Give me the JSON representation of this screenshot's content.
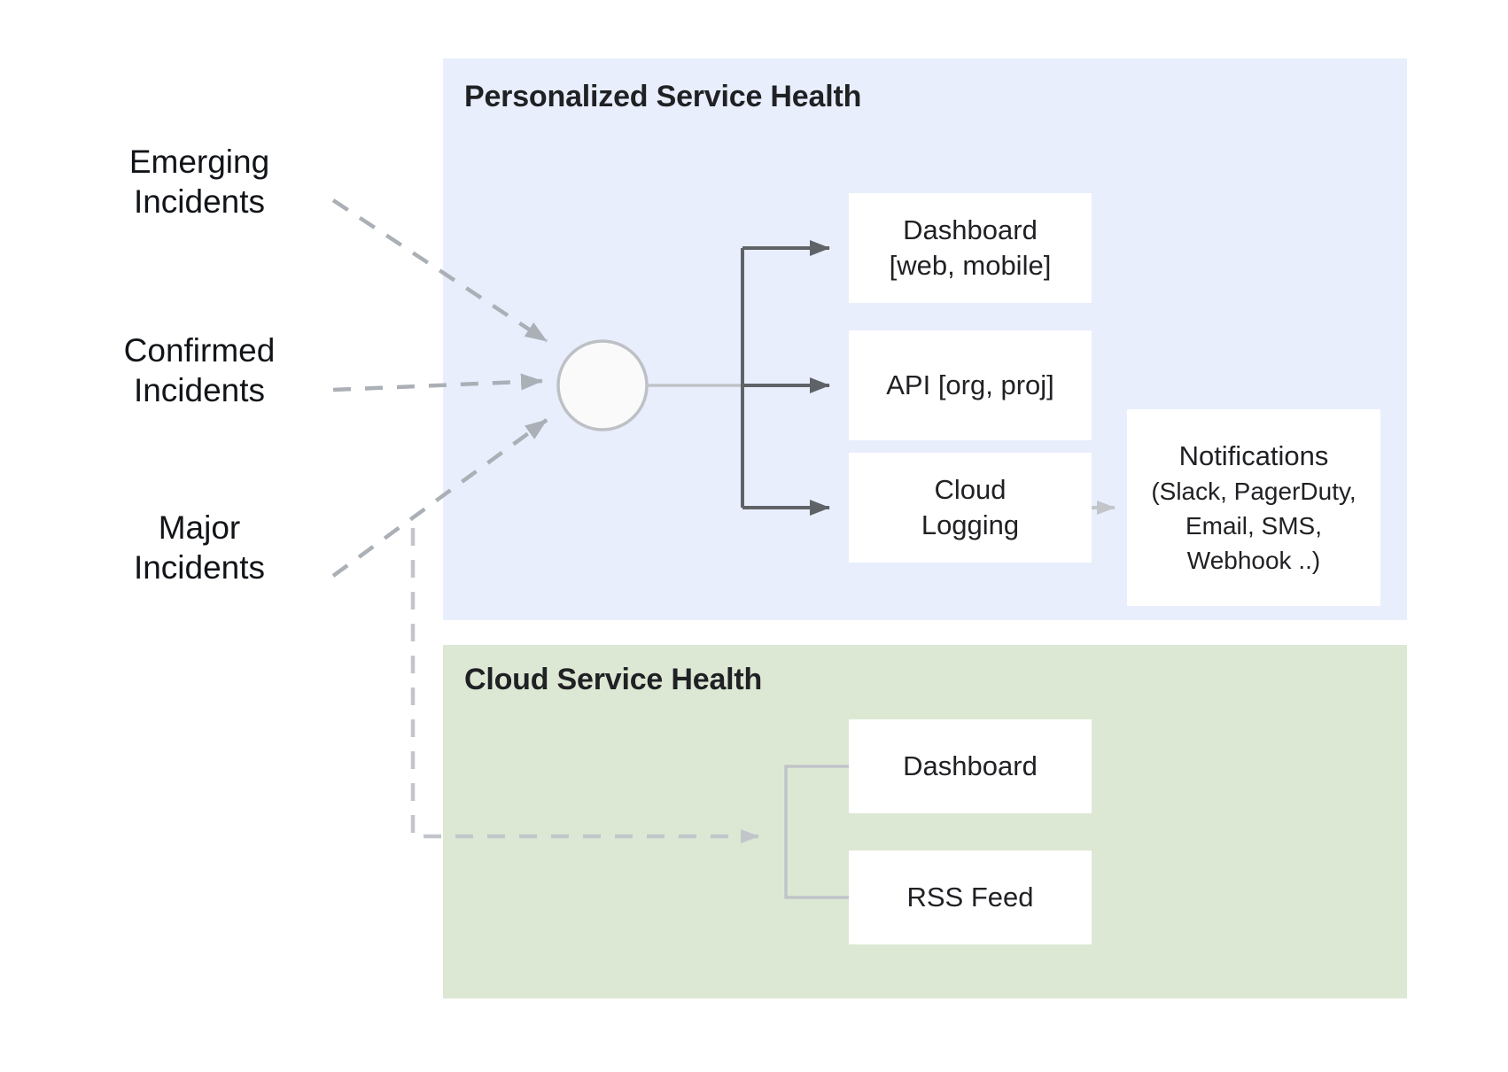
{
  "diagram": {
    "title_hidden": "Google Cloud Personalized Service Health architecture",
    "colors": {
      "personalized_panel_bg": "#e8eefc",
      "cloud_panel_bg": "#dde8d4",
      "box_bg": "#ffffff",
      "text": "#202124",
      "solid_arrow": "#5f6368",
      "dashed_arrow": "#aab0b6",
      "light_connector": "#c0c4c9",
      "circle_fill": "#fafafa",
      "circle_stroke": "#bdc1c6"
    }
  },
  "sources": [
    {
      "id": "emerging",
      "line1": "Emerging",
      "line2": "Incidents"
    },
    {
      "id": "confirmed",
      "line1": "Confirmed",
      "line2": "Incidents"
    },
    {
      "id": "major",
      "line1": "Major",
      "line2": "Incidents"
    }
  ],
  "panels": {
    "personalized": {
      "title": "Personalized Service Health",
      "nodes": [
        {
          "id": "dashboard",
          "line1": "Dashboard",
          "line2": "[web, mobile]"
        },
        {
          "id": "api",
          "line1": "API [org, proj]",
          "line2": ""
        },
        {
          "id": "cloud-logging",
          "line1": "Cloud",
          "line2": "Logging"
        }
      ],
      "notifications": {
        "line1": "Notifications",
        "line2": "(Slack, PagerDuty,",
        "line3": "Email, SMS,",
        "line4": "Webhook ..)"
      }
    },
    "cloud": {
      "title": "Cloud Service Health",
      "nodes": [
        {
          "id": "dashboard",
          "line1": "Dashboard",
          "line2": ""
        },
        {
          "id": "rss-feed",
          "line1": "RSS Feed",
          "line2": ""
        }
      ]
    }
  }
}
